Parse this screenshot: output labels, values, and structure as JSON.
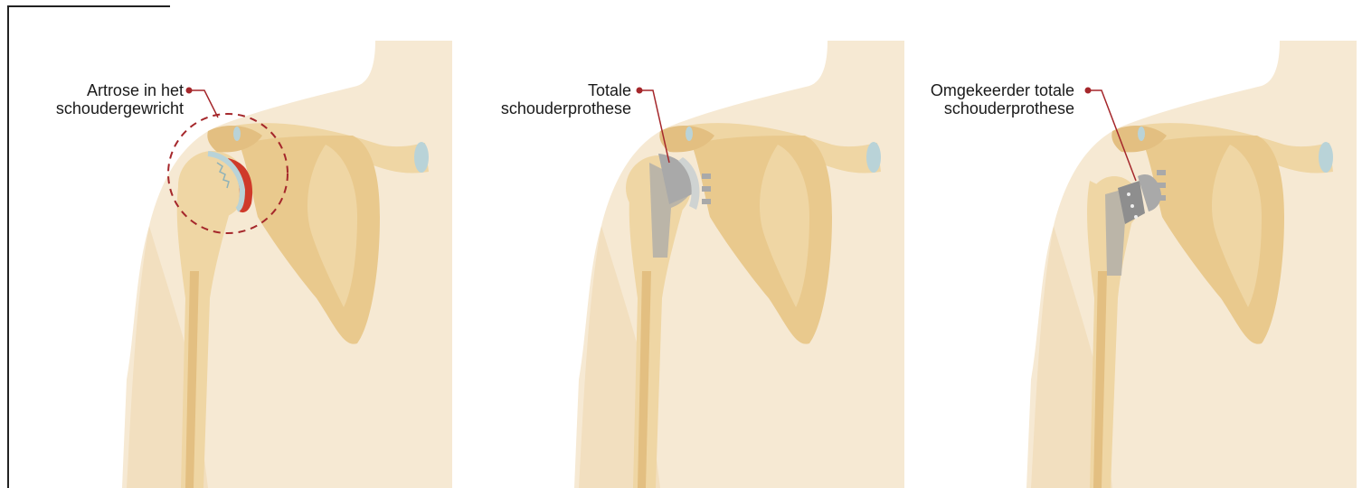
{
  "panels": [
    {
      "label": "Artrose in het\nschoudergewricht",
      "variant": "arthritis"
    },
    {
      "label": "Totale\nschouderprothese",
      "variant": "total"
    },
    {
      "label": "Omgekeerder totale\nschouderprothese",
      "variant": "reverse"
    }
  ],
  "colors": {
    "skin": "#f6e9d3",
    "skin_shade": "#f2dfbf",
    "bone": "#efd6a4",
    "bone_dark": "#e3bf81",
    "cartilage": "#b9d3d8",
    "inflammation": "#cf3a2a",
    "implant": "#a9a9a9",
    "implant_light": "#cfd3d2",
    "leader": "#a5272b"
  }
}
